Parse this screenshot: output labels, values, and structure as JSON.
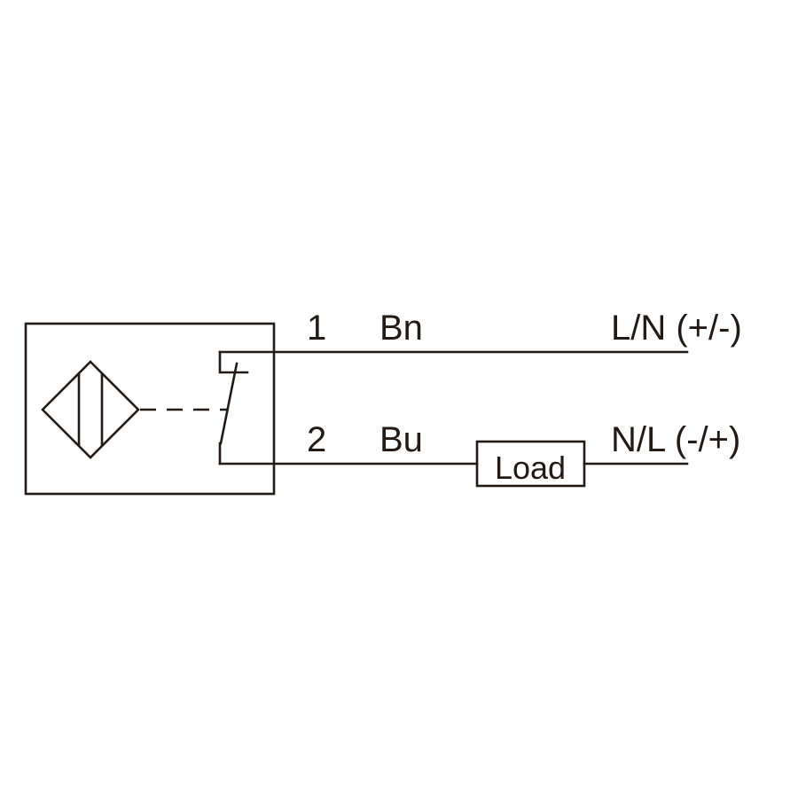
{
  "wires": [
    {
      "pin": "1",
      "color": "Bn",
      "terminal": "L/N (+/-)"
    },
    {
      "pin": "2",
      "color": "Bu",
      "terminal": "N/L (-/+)"
    }
  ],
  "load": {
    "label": "Load"
  },
  "stroke_color": "#231a15",
  "icons": {
    "sensor": "inductive-sensor-symbol-icon",
    "switch": "normally-open-switch-icon"
  }
}
